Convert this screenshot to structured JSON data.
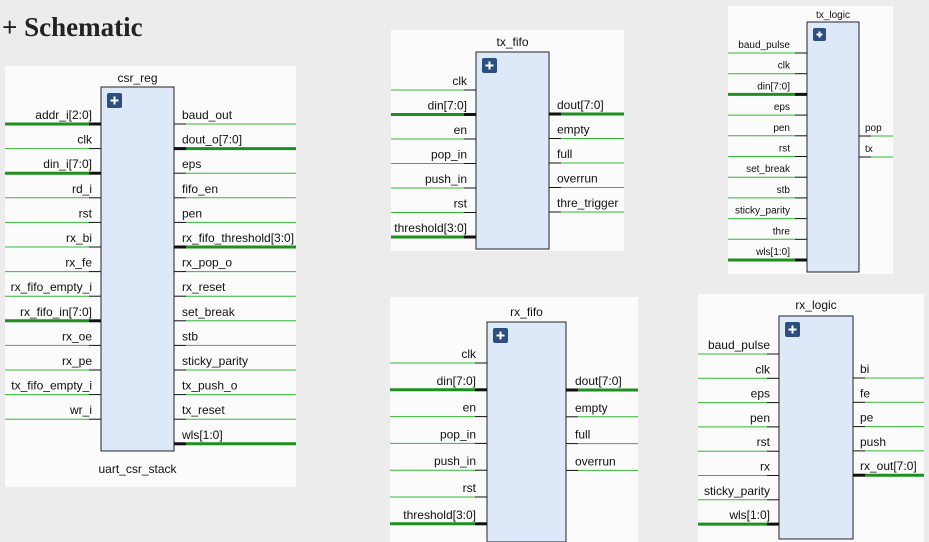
{
  "heading": "+ Schematic",
  "colors": {
    "wire": "#34b834",
    "bus": "#1f8f1f",
    "box_fill": "#dde9f8",
    "button": "#2d4f80"
  },
  "modules": [
    {
      "id": "csr_reg",
      "title": "csr_reg",
      "footer": "uart_csr_stack",
      "inputs": [
        {
          "name": "addr_i[2:0]",
          "bus": true
        },
        {
          "name": "clk",
          "bus": false
        },
        {
          "name": "din_i[7:0]",
          "bus": true
        },
        {
          "name": "rd_i",
          "bus": false
        },
        {
          "name": "rst",
          "bus": false
        },
        {
          "name": "rx_bi",
          "bus": false
        },
        {
          "name": "rx_fe",
          "bus": false
        },
        {
          "name": "rx_fifo_empty_i",
          "bus": false
        },
        {
          "name": "rx_fifo_in[7:0]",
          "bus": true
        },
        {
          "name": "rx_oe",
          "bus": false
        },
        {
          "name": "rx_pe",
          "bus": false
        },
        {
          "name": "tx_fifo_empty_i",
          "bus": false
        },
        {
          "name": "wr_i",
          "bus": false
        }
      ],
      "outputs": [
        {
          "name": "baud_out",
          "bus": false
        },
        {
          "name": "dout_o[7:0]",
          "bus": true
        },
        {
          "name": "eps",
          "bus": false
        },
        {
          "name": "fifo_en",
          "bus": false
        },
        {
          "name": "pen",
          "bus": false
        },
        {
          "name": "rx_fifo_threshold[3:0]",
          "bus": true
        },
        {
          "name": "rx_pop_o",
          "bus": false
        },
        {
          "name": "rx_reset",
          "bus": false
        },
        {
          "name": "set_break",
          "bus": false
        },
        {
          "name": "stb",
          "bus": false
        },
        {
          "name": "sticky_parity",
          "bus": false
        },
        {
          "name": "tx_push_o",
          "bus": false
        },
        {
          "name": "tx_reset",
          "bus": false
        },
        {
          "name": "wls[1:0]",
          "bus": true
        }
      ]
    },
    {
      "id": "tx_fifo",
      "title": "tx_fifo",
      "footer": "",
      "inputs": [
        {
          "name": "clk",
          "bus": false
        },
        {
          "name": "din[7:0]",
          "bus": true
        },
        {
          "name": "en",
          "bus": false
        },
        {
          "name": "pop_in",
          "bus": false
        },
        {
          "name": "push_in",
          "bus": false
        },
        {
          "name": "rst",
          "bus": false
        },
        {
          "name": "threshold[3:0]",
          "bus": true
        }
      ],
      "outputs": [
        {
          "name": "dout[7:0]",
          "bus": true
        },
        {
          "name": "empty",
          "bus": false
        },
        {
          "name": "full",
          "bus": false
        },
        {
          "name": "overrun",
          "bus": false
        },
        {
          "name": "thre_trigger",
          "bus": false
        }
      ]
    },
    {
      "id": "tx_logic",
      "title": "tx_logic",
      "footer": "",
      "inputs": [
        {
          "name": "baud_pulse",
          "bus": false
        },
        {
          "name": "clk",
          "bus": false
        },
        {
          "name": "din[7:0]",
          "bus": true
        },
        {
          "name": "eps",
          "bus": false
        },
        {
          "name": "pen",
          "bus": false
        },
        {
          "name": "rst",
          "bus": false
        },
        {
          "name": "set_break",
          "bus": false
        },
        {
          "name": "stb",
          "bus": false
        },
        {
          "name": "sticky_parity",
          "bus": false
        },
        {
          "name": "thre",
          "bus": false
        },
        {
          "name": "wls[1:0]",
          "bus": true
        }
      ],
      "outputs": [
        {
          "name": "pop",
          "bus": false
        },
        {
          "name": "tx",
          "bus": false
        }
      ]
    },
    {
      "id": "rx_fifo",
      "title": "rx_fifo",
      "footer": "",
      "inputs": [
        {
          "name": "clk",
          "bus": false
        },
        {
          "name": "din[7:0]",
          "bus": true
        },
        {
          "name": "en",
          "bus": false
        },
        {
          "name": "pop_in",
          "bus": false
        },
        {
          "name": "push_in",
          "bus": false
        },
        {
          "name": "rst",
          "bus": false
        },
        {
          "name": "threshold[3:0]",
          "bus": true
        }
      ],
      "outputs": [
        {
          "name": "dout[7:0]",
          "bus": true
        },
        {
          "name": "empty",
          "bus": false
        },
        {
          "name": "full",
          "bus": false
        },
        {
          "name": "overrun",
          "bus": false
        }
      ]
    },
    {
      "id": "rx_logic",
      "title": "rx_logic",
      "footer": "",
      "inputs": [
        {
          "name": "baud_pulse",
          "bus": false
        },
        {
          "name": "clk",
          "bus": false
        },
        {
          "name": "eps",
          "bus": false
        },
        {
          "name": "pen",
          "bus": false
        },
        {
          "name": "rst",
          "bus": false
        },
        {
          "name": "rx",
          "bus": false
        },
        {
          "name": "sticky_parity",
          "bus": false
        },
        {
          "name": "wls[1:0]",
          "bus": true
        }
      ],
      "outputs": [
        {
          "name": "bi",
          "bus": false
        },
        {
          "name": "fe",
          "bus": false
        },
        {
          "name": "pe",
          "bus": false
        },
        {
          "name": "push",
          "bus": false
        },
        {
          "name": "rx_out[7:0]",
          "bus": true
        }
      ]
    }
  ]
}
